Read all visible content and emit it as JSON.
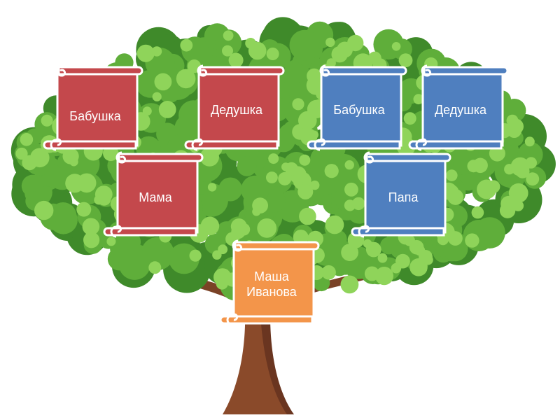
{
  "colors": {
    "maternal": "#c4484c",
    "paternal": "#4f7fbf",
    "child": "#f3954a",
    "curl": "#ffffff",
    "leaf_dark": "#3f8a2a",
    "leaf_mid": "#5fae3a",
    "leaf_light": "#8fd45a",
    "trunk": "#8a4a2a"
  },
  "cards": [
    {
      "id": "maternal-grandmother",
      "side": "maternal",
      "label": "Бабушка"
    },
    {
      "id": "maternal-grandfather",
      "side": "maternal",
      "label": "Дедушка"
    },
    {
      "id": "paternal-grandmother",
      "side": "paternal",
      "label": "Бабушка"
    },
    {
      "id": "paternal-grandfather",
      "side": "paternal",
      "label": "Дедушка"
    },
    {
      "id": "mother",
      "side": "maternal",
      "label": "Мама"
    },
    {
      "id": "father",
      "side": "paternal",
      "label": "Папа"
    },
    {
      "id": "child",
      "side": "child",
      "label": "Маша\nИванова"
    }
  ]
}
